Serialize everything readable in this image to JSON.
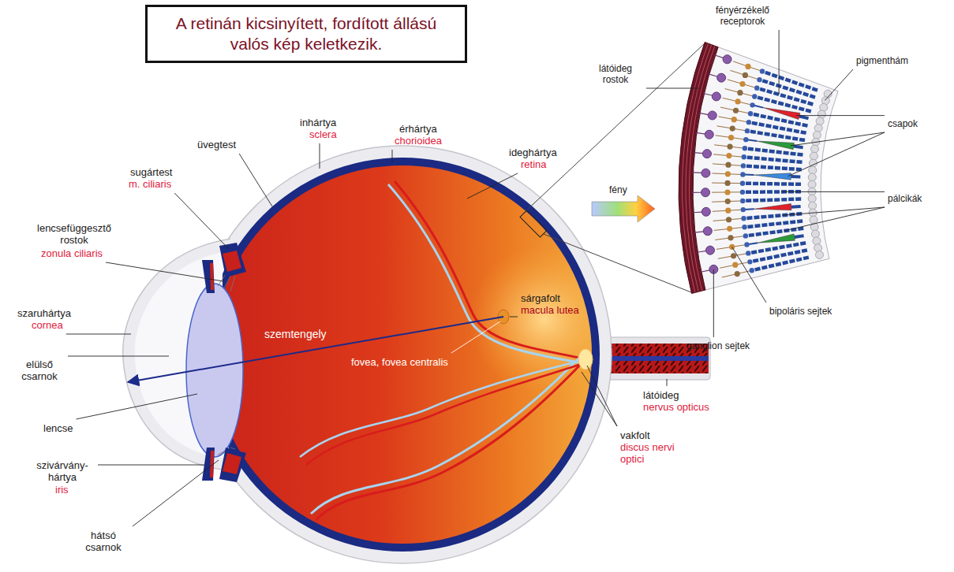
{
  "diagram": {
    "nodes": [
      {
        "text": [
          "A retinán kicsinyített, fordított állású valós kép keletkezik."
        ]
      }
    ],
    "labels": [
      "inhártya",
      "sclera",
      "érhártya",
      "chorioidea",
      "üvegtest",
      "ideghártya",
      "retina",
      "sugártest",
      "m. ciliaris",
      "lencsefüggesztő rostok",
      "zonula ciliaris",
      "szaruhártya",
      "cornea",
      "elülső csarnok",
      "szemtengely",
      "sárgafolt",
      "macula lutea",
      "fovea, fovea centralis",
      "lencse",
      "látóideg",
      "nervus opticus",
      "szivárvány- hártya",
      "iris",
      "hátsó csarnok",
      "vakfolt",
      "discus nervi optici",
      "látóideg rostok",
      "fényérzékelő receptorok",
      "pigmenthám",
      "csapok",
      "pálcikák",
      "fény",
      "bipoláris sejtek",
      "ganglion sejtek"
    ]
  }
}
